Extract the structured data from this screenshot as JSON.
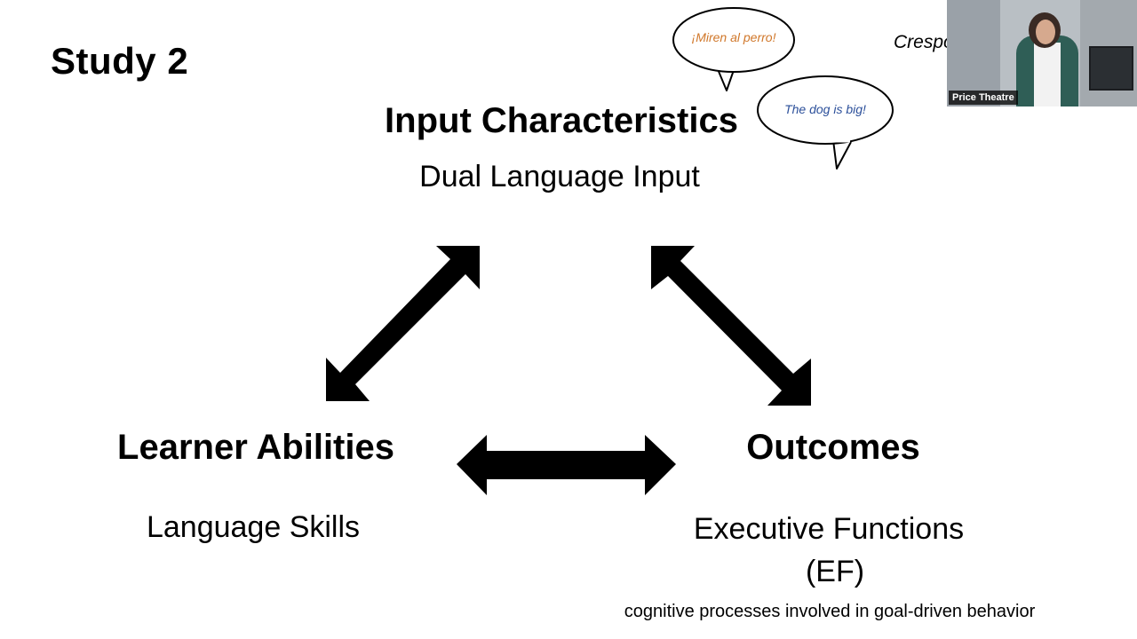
{
  "slide": {
    "title": "Study  2",
    "citation": "Crespo"
  },
  "speech_bubbles": [
    {
      "text": "¡Miren al perro!",
      "color": "#d0772a"
    },
    {
      "text": "The dog is big!",
      "color": "#2b4f9a"
    }
  ],
  "nodes": {
    "input": {
      "title": "Input Characteristics",
      "subtitle": "Dual Language Input"
    },
    "learner": {
      "title": "Learner Abilities",
      "subtitle": "Language Skills"
    },
    "outcomes": {
      "title": "Outcomes",
      "subtitle": "Executive Functions",
      "abbreviation": "(EF)",
      "note": "cognitive processes involved in goal-driven behavior"
    }
  },
  "video": {
    "label": "Price Theatre"
  }
}
